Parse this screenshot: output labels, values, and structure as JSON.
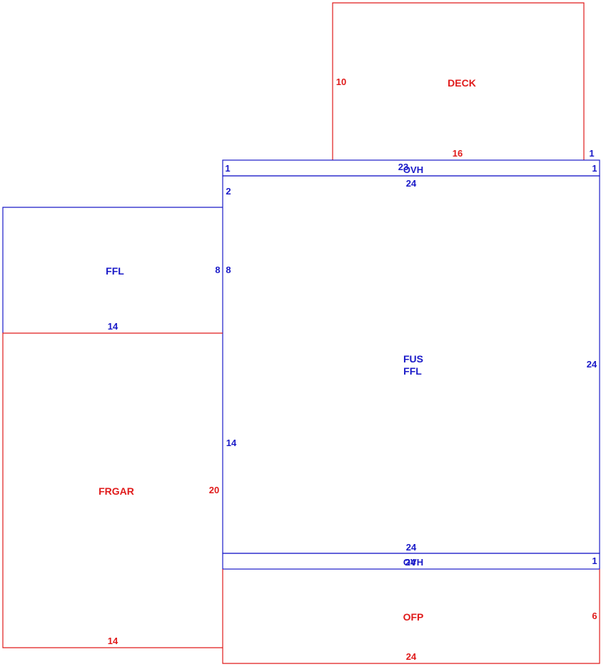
{
  "colors": {
    "blue": "#1a1ac8",
    "red": "#e01b1b"
  },
  "areas": {
    "deck": {
      "label": "DECK",
      "dims": {
        "side": "10",
        "bottom": "16",
        "right": "1"
      }
    },
    "ovh_top": {
      "label": "OVH",
      "dims": {
        "left": "1",
        "top": "23",
        "right": "1"
      }
    },
    "main": {
      "label_line1": "FUS",
      "label_line2": "FFL",
      "dims": {
        "top": "24",
        "right": "24",
        "bottom": "24",
        "left_upper": "2",
        "left_mid": "8",
        "left_lower": "14"
      }
    },
    "ffl": {
      "label": "FFL",
      "dims": {
        "right": "8",
        "bottom": "14"
      }
    },
    "frgar": {
      "label": "FRGAR",
      "dims": {
        "right": "20",
        "bottom": "14"
      }
    },
    "ovh_bottom": {
      "label": "OVH",
      "dims": {
        "top": "24",
        "right": "1"
      }
    },
    "ofp": {
      "label": "OFP",
      "dims": {
        "right": "6",
        "bottom": "24"
      }
    }
  }
}
